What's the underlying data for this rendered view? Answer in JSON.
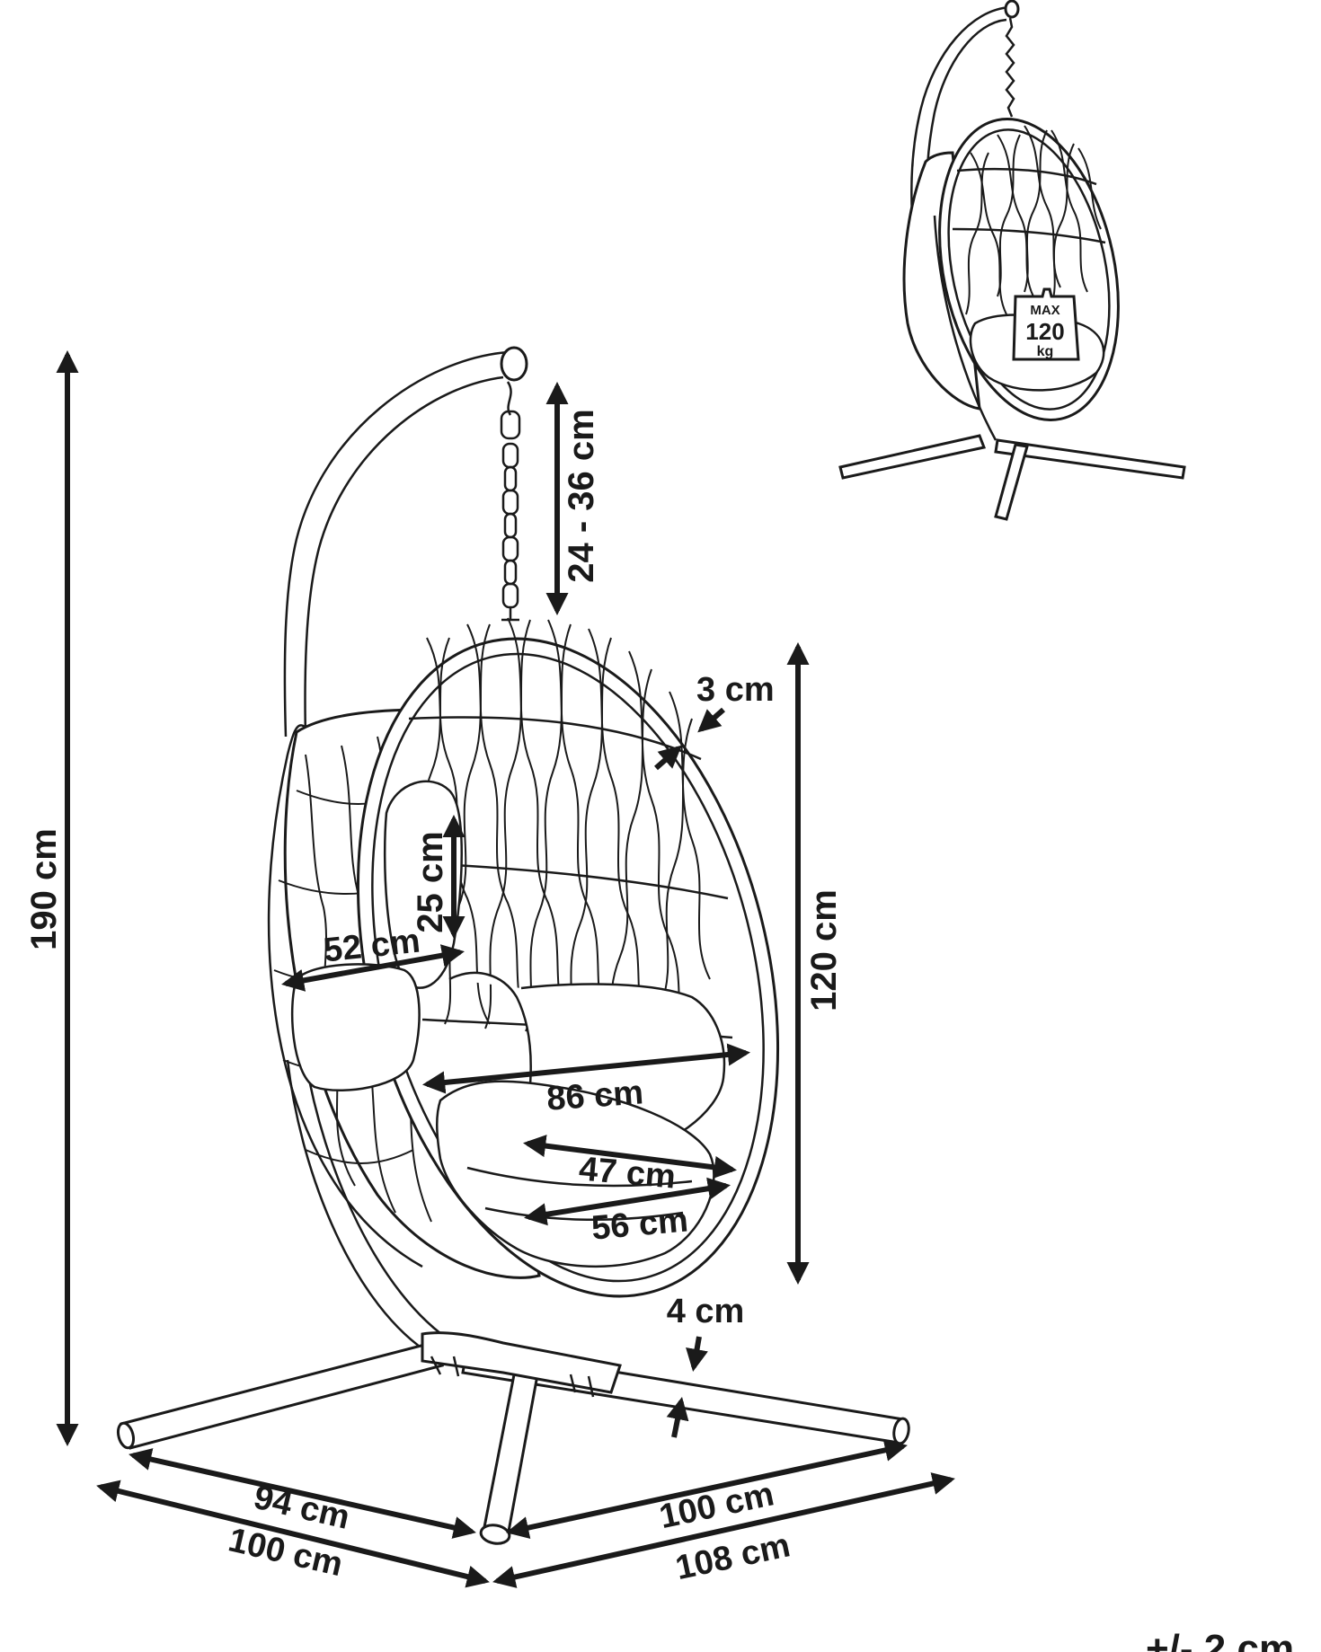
{
  "diagram": {
    "dimensions": {
      "total_height": "190 cm",
      "chain_length": "24 - 36 cm",
      "rim_thickness": "3 cm",
      "basket_height": "120 cm",
      "back_cushion_height": "25 cm",
      "back_cushion_width": "52 cm",
      "basket_width": "86 cm",
      "seat_depth": "47 cm",
      "seat_width": "56 cm",
      "tube_diameter": "4 cm",
      "base_left_inner": "94 cm",
      "base_left_outer": "100 cm",
      "base_right_inner": "100 cm",
      "base_right_outer": "108 cm",
      "tolerance": "+/- 2 cm"
    },
    "load_label": {
      "max": "MAX",
      "value": "120",
      "unit": "kg"
    }
  },
  "colors": {
    "line": "#1a1a1a",
    "background": "#ffffff"
  }
}
